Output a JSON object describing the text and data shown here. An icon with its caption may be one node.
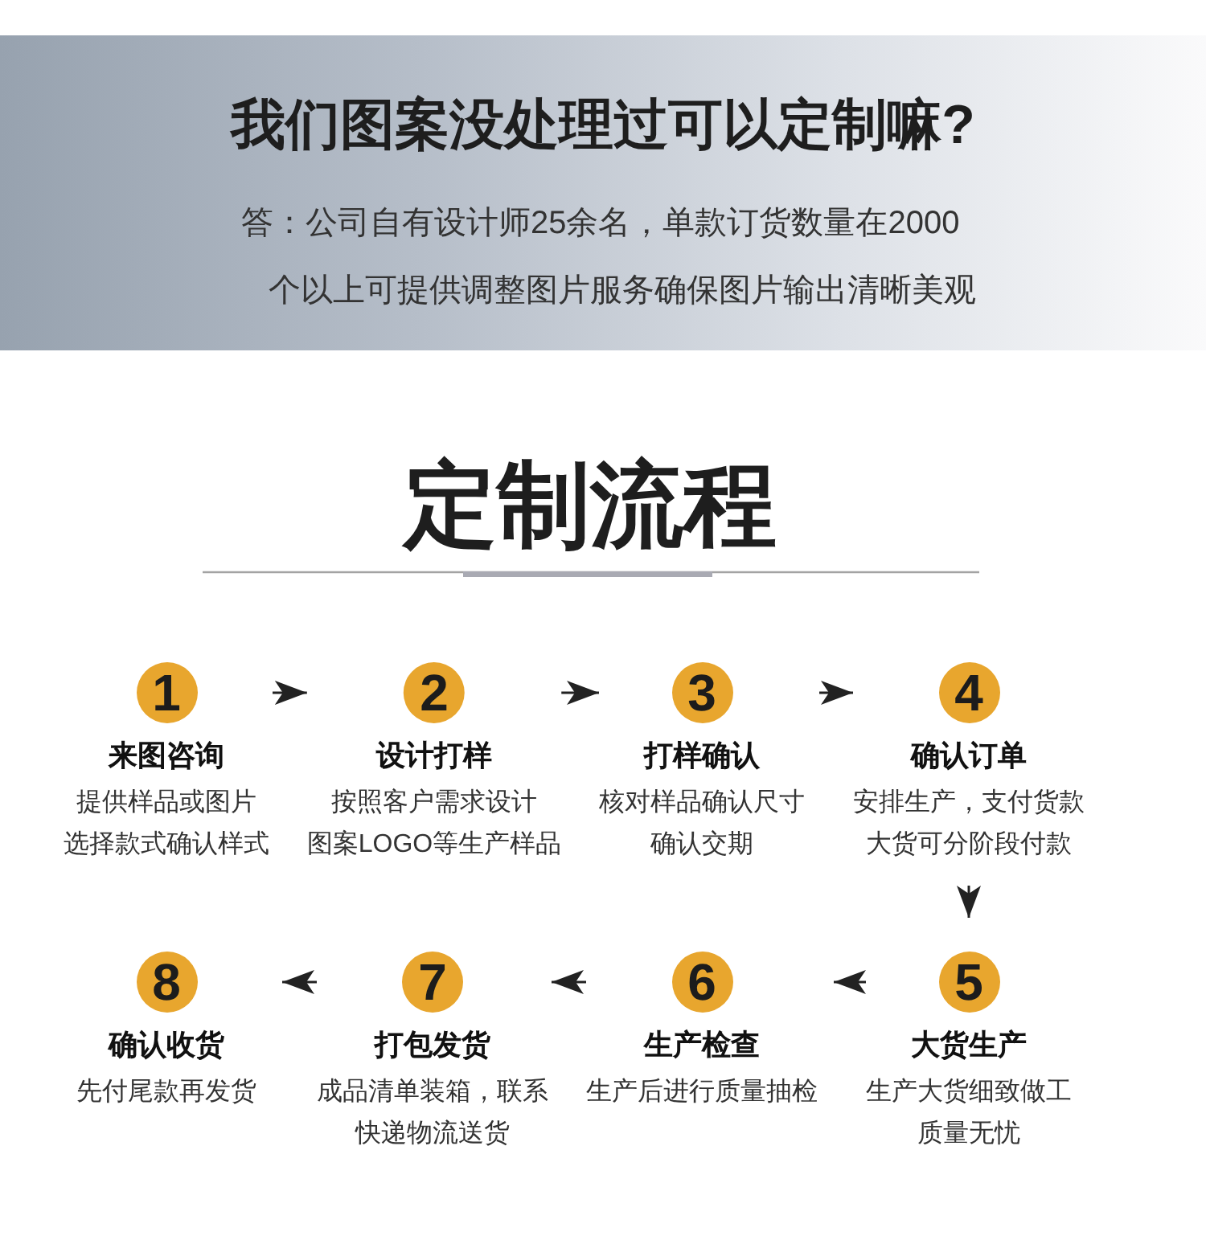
{
  "diagram": {
    "title": "定制流程",
    "nodes": [
      {
        "text": [
          "1",
          "来图咨询",
          "提供样品或图片选择款式确认样式"
        ]
      },
      {
        "text": [
          "2",
          "设计打样",
          "按照客户需求设计图案LOGO等生产样品"
        ]
      },
      {
        "text": [
          "3",
          "打样确认",
          "核对样品确认尺寸确认交期"
        ]
      },
      {
        "text": [
          "4",
          "确认订单",
          "安排生产，支付货款大货可分阶段付款"
        ]
      },
      {
        "text": [
          "5",
          "大货生产",
          "生产大货细致做工质量无忧"
        ]
      },
      {
        "text": [
          "6",
          "生产检查",
          "生产后进行质量抽检"
        ]
      },
      {
        "text": [
          "7",
          "打包发货",
          "成品清单装箱，联系快递物流送货"
        ]
      },
      {
        "text": [
          "8",
          "确认收货",
          "先付尾款再发货"
        ]
      }
    ],
    "edges": [
      {
        "from": 0,
        "to": 1,
        "arrow": "to"
      },
      {
        "from": 1,
        "to": 2,
        "arrow": "to"
      },
      {
        "from": 2,
        "to": 3,
        "arrow": "to"
      },
      {
        "from": 3,
        "to": 4,
        "arrow": "to"
      },
      {
        "from": 4,
        "to": 5,
        "arrow": "to"
      },
      {
        "from": 5,
        "to": 6,
        "arrow": "to"
      },
      {
        "from": 6,
        "to": 7,
        "arrow": "to"
      }
    ],
    "labels": [
      "我们图案没处理过可以定制嘛?",
      "答：公司自有设计师25余名，单款订货数量在2000个以上可提供调整图片服务确保图片输出清晰美观"
    ]
  }
}
